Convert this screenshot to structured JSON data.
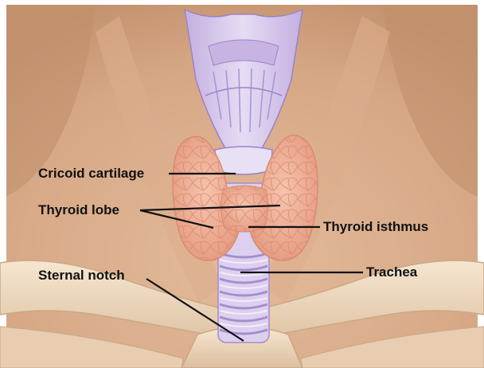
{
  "labels": {
    "cricoid": "Cricoid cartilage",
    "thyroid_lobe": "Thyroid lobe",
    "thyroid_isthmus": "Thyroid isthmus",
    "trachea": "Trachea",
    "sternal_notch": "Sternal notch"
  },
  "colors": {
    "skin": "#d9ad8c",
    "skin_shadow": "#c4906c",
    "cartilage": "#d8c8ec",
    "cartilage_shade": "#b8a2d8",
    "thyroid": "#efb49a",
    "thyroid_shade": "#e39a82",
    "bone": "#f1dcc2",
    "leader_line": "#111111"
  }
}
